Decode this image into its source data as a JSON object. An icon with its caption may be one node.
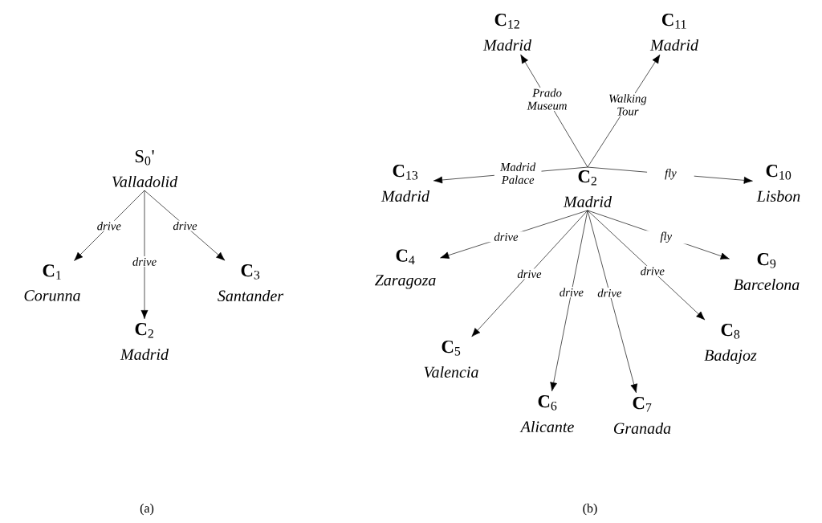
{
  "diagram": {
    "nodes": [
      {
        "text": [
          "S$_{0}$'",
          "Valladolid"
        ]
      },
      {
        "text": [
          "**C**$_{1}$",
          "Corunna"
        ]
      },
      {
        "text": [
          "**C**$_{2}$",
          "Madrid"
        ]
      },
      {
        "text": [
          "**C**$_{3}$",
          "Santander"
        ]
      },
      {
        "text": [
          "**C**$_{12}$",
          "Madrid"
        ]
      },
      {
        "text": [
          "**C**$_{11}$",
          "Madrid"
        ]
      },
      {
        "text": [
          "**C**$_{13}$",
          "Madrid"
        ]
      },
      {
        "text": [
          "**C**$_{2}$",
          "Madrid"
        ]
      },
      {
        "text": [
          "**C**$_{10}$",
          "Lisbon"
        ]
      },
      {
        "text": [
          "**C**$_{4}$",
          "Zaragoza"
        ]
      },
      {
        "text": [
          "**C**$_{9}$",
          "Barcelona"
        ]
      },
      {
        "text": [
          "**C**$_{5}$",
          "Valencia"
        ]
      },
      {
        "text": [
          "**C**$_{6}$",
          "Alicante"
        ]
      },
      {
        "text": [
          "**C**$_{7}$",
          "Granada"
        ]
      },
      {
        "text": [
          "**C**$_{8}$",
          "Badajoz"
        ]
      }
    ],
    "edges": [
      {
        "from": 0,
        "to": 1,
        "arrow": "to",
        "label": "drive"
      },
      {
        "from": 0,
        "to": 2,
        "arrow": "to",
        "label": "drive"
      },
      {
        "from": 0,
        "to": 3,
        "arrow": "to",
        "label": "drive"
      },
      {
        "from": 7,
        "to": 4,
        "arrow": "to",
        "label": "Prado Museum"
      },
      {
        "from": 7,
        "to": 5,
        "arrow": "to",
        "label": "Walking Tour"
      },
      {
        "from": 7,
        "to": 6,
        "arrow": "to",
        "label": "Madrid Palace"
      },
      {
        "from": 7,
        "to": 8,
        "arrow": "to",
        "label": "fly"
      },
      {
        "from": 7,
        "to": 9,
        "arrow": "to",
        "label": "drive"
      },
      {
        "from": 7,
        "to": 11,
        "arrow": "to",
        "label": "drive"
      },
      {
        "from": 7,
        "to": 12,
        "arrow": "to",
        "label": "drive"
      },
      {
        "from": 7,
        "to": 13,
        "arrow": "to",
        "label": "drive"
      },
      {
        "from": 7,
        "to": 14,
        "arrow": "to",
        "label": "drive"
      },
      {
        "from": 7,
        "to": 10,
        "arrow": "to",
        "label": "fly"
      }
    ],
    "labels": [
      "(a)",
      "(b)"
    ]
  }
}
